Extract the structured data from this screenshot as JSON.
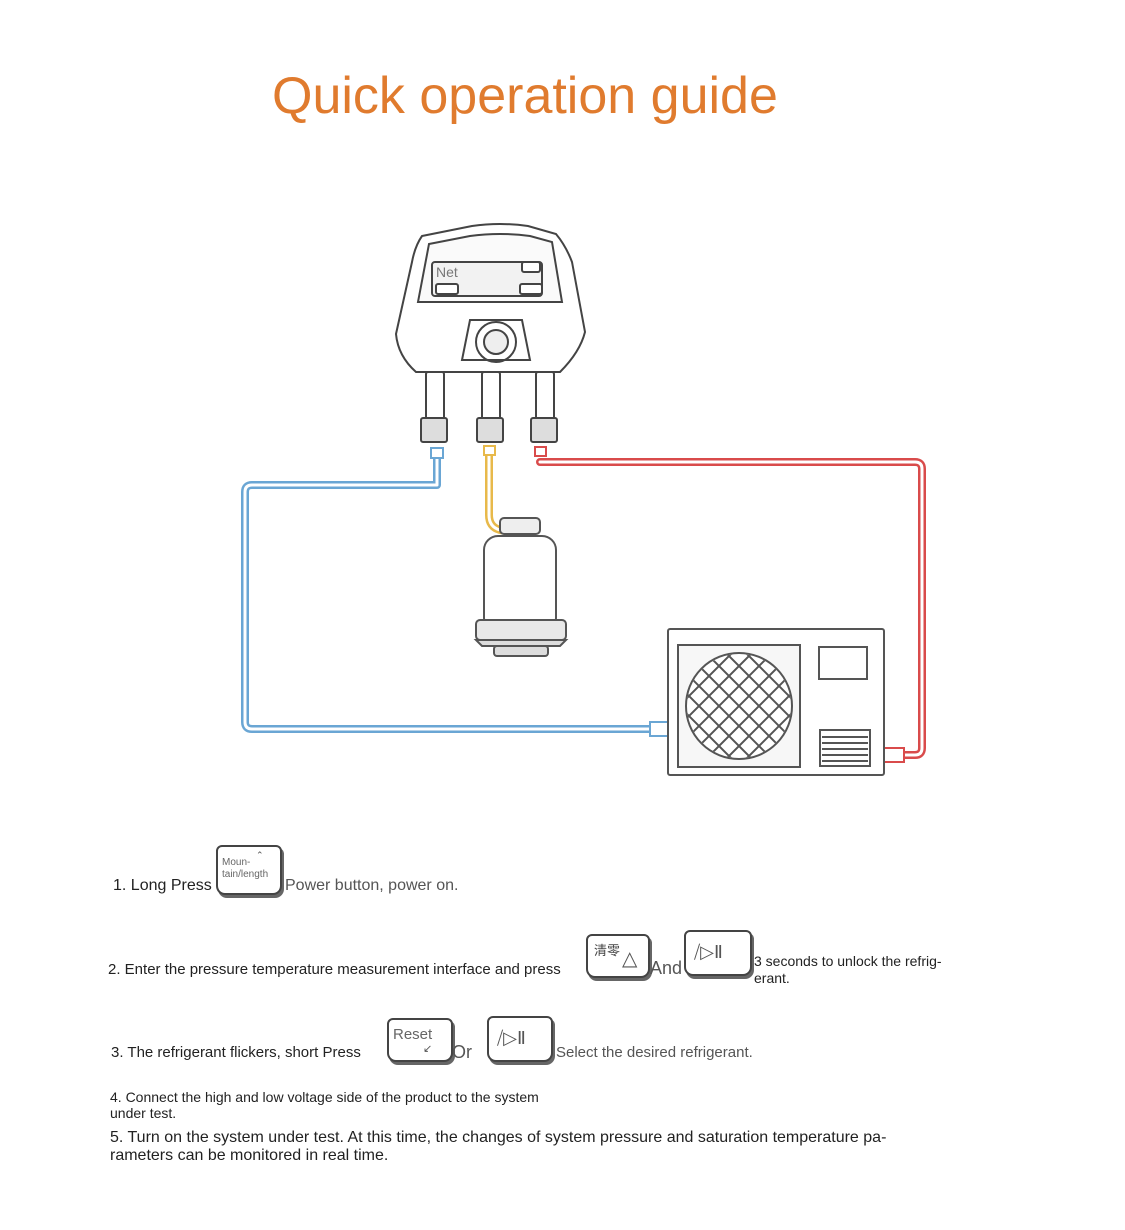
{
  "title": "Quick operation guide",
  "colors": {
    "title": "#E07B2E",
    "low_side_hose": "#6AA6D4",
    "charge_hose": "#E8B94A",
    "high_side_hose": "#D94B4B",
    "outline": "#444444"
  },
  "device": {
    "screen_label": "Net"
  },
  "steps": [
    {
      "before": "1. Long Press",
      "key": {
        "label": "Moun-\ntain/length",
        "icon": "power-icon"
      },
      "after": "Power button, power on."
    },
    {
      "before": "2. Enter the pressure temperature measurement interface and press",
      "key1": {
        "label": "清零",
        "icon": "triangle-up-icon"
      },
      "joiner": "And",
      "key2": {
        "icon": "play-pause-icon"
      },
      "after_line1": "3 seconds to unlock the refrig-",
      "after_line2": "erant."
    },
    {
      "before": "3. The refrigerant flickers, short Press",
      "key1": {
        "label": "Reset",
        "icon": "reset-icon"
      },
      "joiner": "Or",
      "key2": {
        "icon": "play-pause-icon"
      },
      "after": "Select the desired refrigerant."
    },
    {
      "line1": "4. Connect the high and low voltage side of the product to the system",
      "line2": "under test."
    },
    {
      "line1": "5. Turn on the system under test. At this time, the changes of system pressure and saturation temperature pa-",
      "line2": "rameters can be monitored in real time."
    }
  ]
}
